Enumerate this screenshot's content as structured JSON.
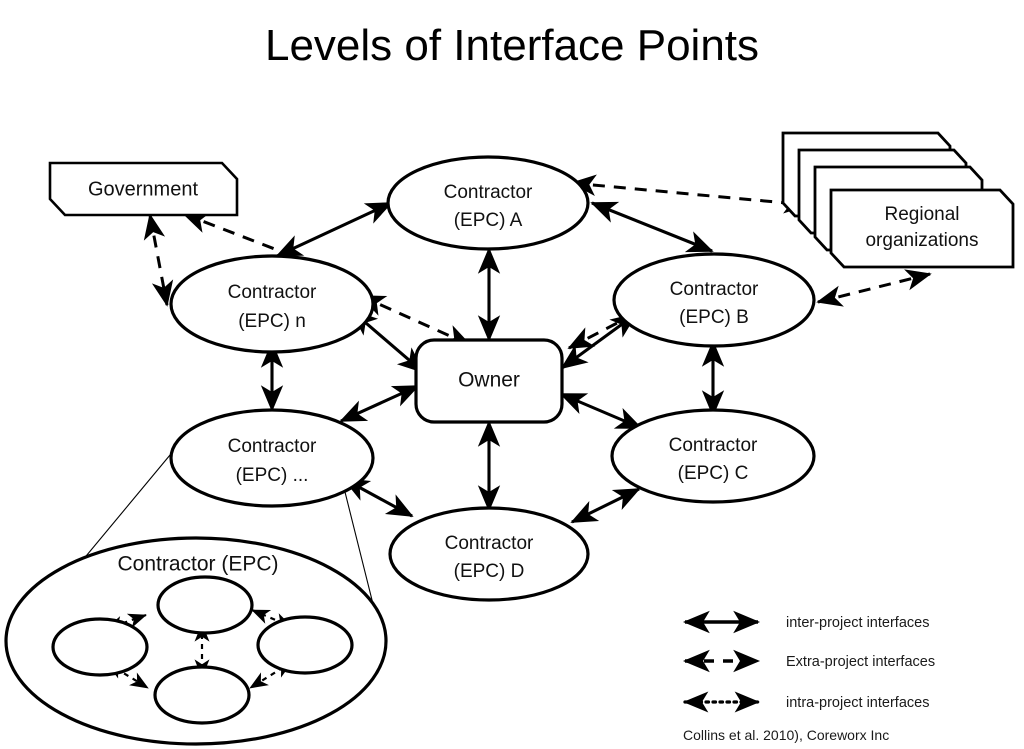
{
  "title": "Levels of Interface Points",
  "nodes": {
    "government": {
      "label": "Government",
      "shape": "clipped-rect"
    },
    "regional": {
      "label_line1": "Regional",
      "label_line2": "organizations",
      "shape": "card-stack",
      "stack_count": 4
    },
    "contractor_a": {
      "label_line1": "Contractor",
      "label_line2": "(EPC) A",
      "shape": "ellipse"
    },
    "contractor_b": {
      "label_line1": "Contractor",
      "label_line2": "(EPC) B",
      "shape": "ellipse"
    },
    "contractor_c": {
      "label_line1": "Contractor",
      "label_line2": "(EPC) C",
      "shape": "ellipse"
    },
    "contractor_d": {
      "label_line1": "Contractor",
      "label_line2": "(EPC) D",
      "shape": "ellipse"
    },
    "contractor_n": {
      "label_line1": "Contractor",
      "label_line2": "(EPC) n",
      "shape": "ellipse"
    },
    "contractor_ellipsis": {
      "label_line1": "Contractor",
      "label_line2": "(EPC) ...",
      "shape": "ellipse"
    },
    "owner": {
      "label": "Owner",
      "shape": "rounded-rect"
    },
    "detail_group": {
      "label": "Contractor (EPC)",
      "shape": "ellipse",
      "inner_node_count": 4
    }
  },
  "legend": {
    "items": [
      {
        "style": "solid",
        "label": "inter-project interfaces"
      },
      {
        "style": "dashed",
        "label": "Extra-project interfaces"
      },
      {
        "style": "dotted",
        "label": "intra-project interfaces"
      }
    ],
    "citation": "Collins et al. 2010), Coreworx Inc"
  },
  "colors": {
    "background": "#ffffff",
    "stroke": "#000000",
    "text": "#111111"
  }
}
